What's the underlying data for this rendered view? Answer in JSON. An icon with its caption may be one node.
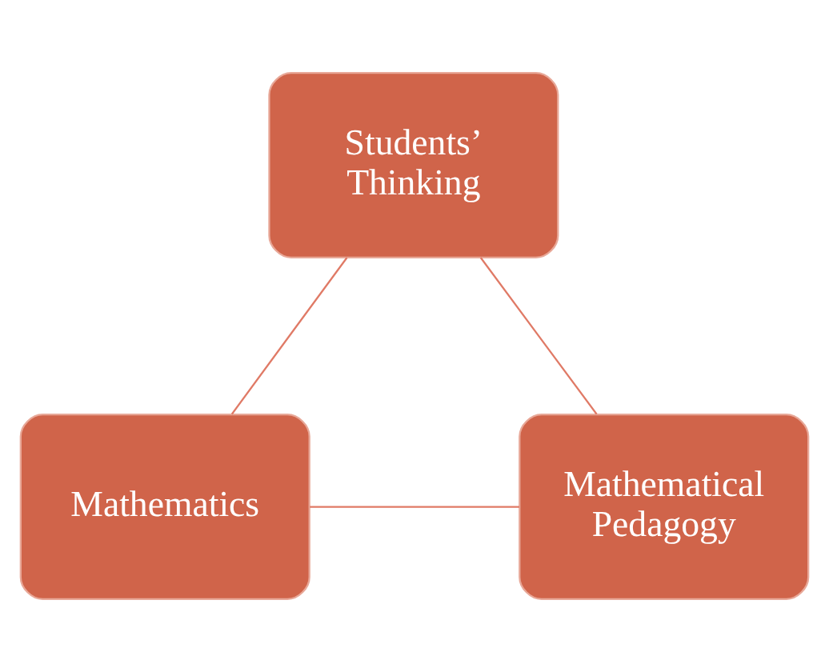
{
  "diagram": {
    "nodes": [
      {
        "text": [
          "Students’ Thinking"
        ]
      },
      {
        "text": [
          "Mathematics"
        ]
      },
      {
        "text": [
          "Mathematical Pedagogy"
        ]
      }
    ],
    "edges": [
      {
        "from": 0,
        "to": 1,
        "arrow": "none"
      },
      {
        "from": 0,
        "to": 2,
        "arrow": "none"
      },
      {
        "from": 1,
        "to": 2,
        "arrow": "none"
      }
    ]
  }
}
